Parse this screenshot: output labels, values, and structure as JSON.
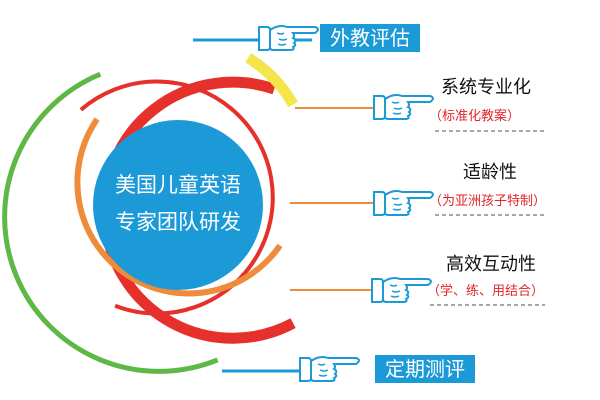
{
  "center": {
    "line1": "美国儿童英语",
    "line2": "专家团队研发"
  },
  "top_box": {
    "label": "外教评估"
  },
  "bottom_box": {
    "label": "定期测评"
  },
  "features": [
    {
      "title": "系统专业化",
      "subtitle": "（标准化教案）"
    },
    {
      "title": "适龄性",
      "subtitle": "（为亚洲孩子特制）"
    },
    {
      "title": "高效互动性",
      "subtitle": "（学、练、用结合）"
    }
  ],
  "colors": {
    "center_fill": "#1b9ad7",
    "blue": "#1b9ad7",
    "red": "#e6302b",
    "green": "#5db846",
    "orange": "#ef8c3c",
    "yellow": "#f4e64a",
    "subtitle_red": "#e0262a",
    "dash_gray": "#8c8c8c"
  },
  "icons": [
    "pointing-hand-icon"
  ]
}
